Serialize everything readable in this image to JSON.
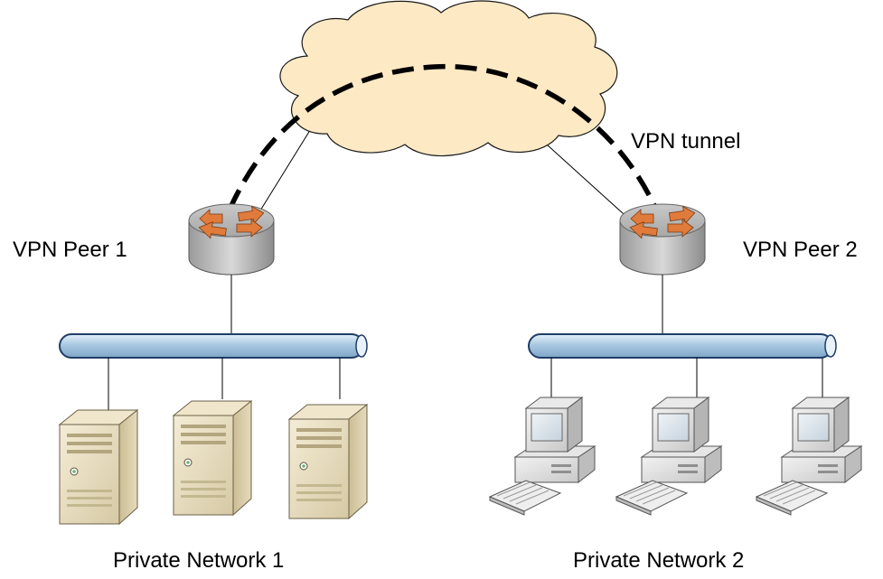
{
  "labels": {
    "tunnel": "VPN tunnel",
    "peer1": "VPN Peer 1",
    "peer2": "VPN Peer 2",
    "network1": "Private Network 1",
    "network2": "Private Network 2"
  },
  "colors": {
    "cloud_fill": "#FDE9C4",
    "cloud_stroke": "#1A1A1A",
    "router_body": "#C0C0C0",
    "router_arrow": "#E07B3C",
    "bus_fill": "#B8D4EA",
    "bus_stroke": "#1F3D66",
    "server_body": "#E8DEC2",
    "monitor_screen": "#D9E2EA"
  },
  "icons": {
    "cloud": "cloud-icon",
    "router": "router-icon",
    "bus": "ethernet-bus-icon",
    "server": "server-tower-icon",
    "workstation": "desktop-computer-icon"
  }
}
